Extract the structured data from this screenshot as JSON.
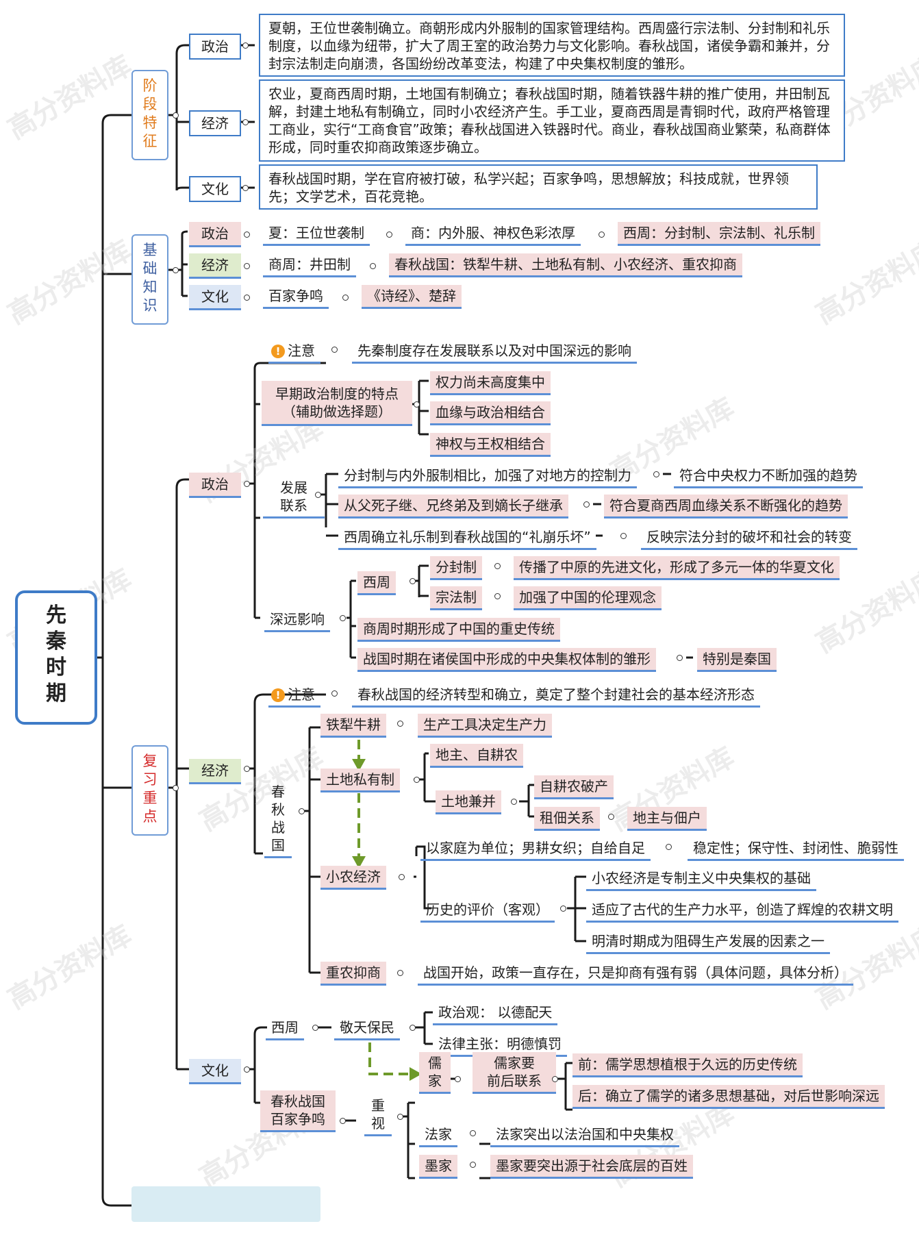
{
  "root": [
    "先",
    "秦",
    "时",
    "期"
  ],
  "s1": {
    "title": [
      "阶",
      "段",
      "特",
      "征"
    ],
    "politics_label": "政治",
    "politics_text": "夏朝，王位世袭制确立。商朝形成内外服制的国家管理结构。西周盛行宗法制、分封制和礼乐制度，以血缘为纽带，扩大了周王室的政治势力与文化影响。春秋战国，诸侯争霸和兼并，分封宗法制走向崩溃，各国纷纷改革变法，构建了中央集权制度的雏形。",
    "economy_label": "经济",
    "economy_text": "农业，夏商西周时期，土地国有制确立；春秋战国时期，随着铁器牛耕的推广使用，井田制瓦解，封建土地私有制确立，同时小农经济产生。手工业，夏商西周是青铜时代，政府严格管理工商业，实行“工商食官”政策；春秋战国进入铁器时代。商业，春秋战国商业繁荣，私商群体形成，同时重农抑商政策逐步确立。",
    "culture_label": "文化",
    "culture_text": "春秋战国时期，学在官府被打破，私学兴起；百家争鸣，思想解放；科技成就，世界领先；文学艺术，百花竞艳。"
  },
  "s2": {
    "title": [
      "基",
      "础",
      "知",
      "识"
    ],
    "politics_label": "政治",
    "p1": "夏：王位世袭制",
    "p2": "商：内外服、神权色彩浓厚",
    "p3": "西周：分封制、宗法制、礼乐制",
    "economy_label": "经济",
    "e1": "商周：井田制",
    "e2": "春秋战国：铁犁牛耕、土地私有制、小农经济、重农抑商",
    "culture_label": "文化",
    "c1": "百家争鸣",
    "c2": "《诗经》、楚辞"
  },
  "s3": {
    "title": [
      "复",
      "习",
      "重",
      "点"
    ],
    "politics": {
      "label": "政治",
      "note_label": "注意",
      "note_text": "先秦制度存在发展联系以及对中国深远的影响",
      "early_line1": "早期政治制度的特点",
      "early_line2": "（辅助做选择题）",
      "early_items": [
        "权力尚未高度集中",
        "血缘与政治相结合",
        "神权与王权相结合"
      ],
      "dev_line1": "发展",
      "dev_line2": "联系",
      "dev1": "分封制与内外服制相比，加强了对地方的控制力",
      "dev1_r": "符合中央权力不断加强的趋势",
      "dev2": "从父死子继、兄终弟及到嫡长子继承",
      "dev2_r": "符合夏商西周血缘关系不断强化的趋势",
      "dev3": "西周确立礼乐制到春秋战国的“礼崩乐坏”",
      "dev3_r": "反映宗法分封的破坏和社会的转变",
      "impact": "深远影响",
      "xizhou": "西周",
      "fenfeng": "分封制",
      "fenfeng_r": "传播了中原的先进文化，形成了多元一体的华夏文化",
      "zongfa": "宗法制",
      "zongfa_r": "加强了中国的伦理观念",
      "shang": "商周时期形成了中国的重史传统",
      "zhanguo": "战国时期在诸侯国中形成的中央集权体制的雏形",
      "zhanguo_r": "特别是秦国"
    },
    "economy": {
      "label": "经济",
      "note_label": "注意",
      "note_text": "春秋战国的经济转型和确立，奠定了整个封建社会的基本经济形态",
      "period": [
        "春",
        "秋",
        "战",
        "国"
      ],
      "tieli": "铁犁牛耕",
      "tieli_r": "生产工具决定生产力",
      "tudi": "土地私有制",
      "dizhu": "地主、自耕农",
      "jianbing": "土地兼并",
      "pochan": "自耕农破产",
      "zudian": "租佃关系",
      "zudian_r": "地主与佃户",
      "xiaonong": "小农经济",
      "xn1": "以家庭为单位；男耕女织；自给自足",
      "xn1_r": "稳定性；保守性、封闭性、脆弱性",
      "eval": "历史的评价（客观）",
      "eval_items": [
        "小农经济是专制主义中央集权的基础",
        "适应了古代的生产力水平，创造了辉煌的农耕文明",
        "明清时期成为阻碍生产发展的因素之一"
      ],
      "zhongnong": "重农抑商",
      "zhongnong_r": "战国开始，政策一直存在，只是抑商有强有弱（具体问题，具体分析）"
    },
    "culture": {
      "label": "文化",
      "xizhou": "西周",
      "jingtian": "敬天保民",
      "zhengzhi": "政治观： 以德配天",
      "falv": "法律主张：明德慎罚",
      "ru": [
        "儒",
        "家"
      ],
      "ru_yao1": "儒家要",
      "ru_yao2": "前后联系",
      "qian": "前：儒学思想植根于久远的历史传统",
      "hou": "后：确立了儒学的诸多思想基础，对后世影响深远",
      "chunqiu1": "春秋战国",
      "chunqiu2": "百家争鸣",
      "zhongshi": [
        "重",
        "视"
      ],
      "fajia": "法家",
      "fajia_r": "法家突出以法治国和中央集权",
      "mojia": "墨家",
      "mojia_r": "墨家要突出源于社会底层的百姓"
    }
  },
  "watermark": "高分资料库",
  "colors": {
    "line": "#1a1a1a",
    "blue": "#3e7bc7",
    "green": "#6e9a2a",
    "title_orange": "#e07b1c",
    "title_red": "#d42a2a",
    "title_blue": "#3e5fa0"
  }
}
